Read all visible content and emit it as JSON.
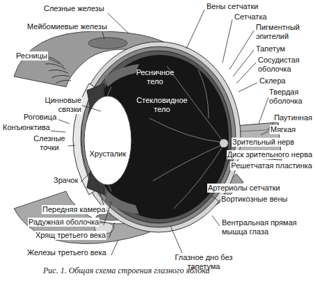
{
  "diagram": {
    "caption": "Рис. 1. Общая схема строения глазного яблока",
    "labels": [
      "Слезные железы",
      "Мейбомиевые железы",
      "Ресницы",
      "Цинновые связки",
      "Роговица",
      "Конъюнктива",
      "Слезные точки",
      "Зрачок",
      "Передняя камера",
      "Радужная оболочка",
      "Хрящ третьего века",
      "Железы третьего века",
      "Ресничное тело",
      "Стекловидное тело",
      "Хрусталик",
      "Глазное дно без тапетума",
      "Вены сетчатки",
      "Сетчатка",
      "Пигментный эпителий",
      "Тапетум",
      "Сосудистая оболочка",
      "Склера",
      "Твердая оболочка",
      "Паутинная",
      "Мягкая",
      "Зрительный нерв",
      "Диск зрительного нерва",
      "Решетчатая пластинка",
      "Артериолы сетчатки",
      "Вортикозные вены",
      "Вентральная прямая мышца глаза"
    ]
  }
}
